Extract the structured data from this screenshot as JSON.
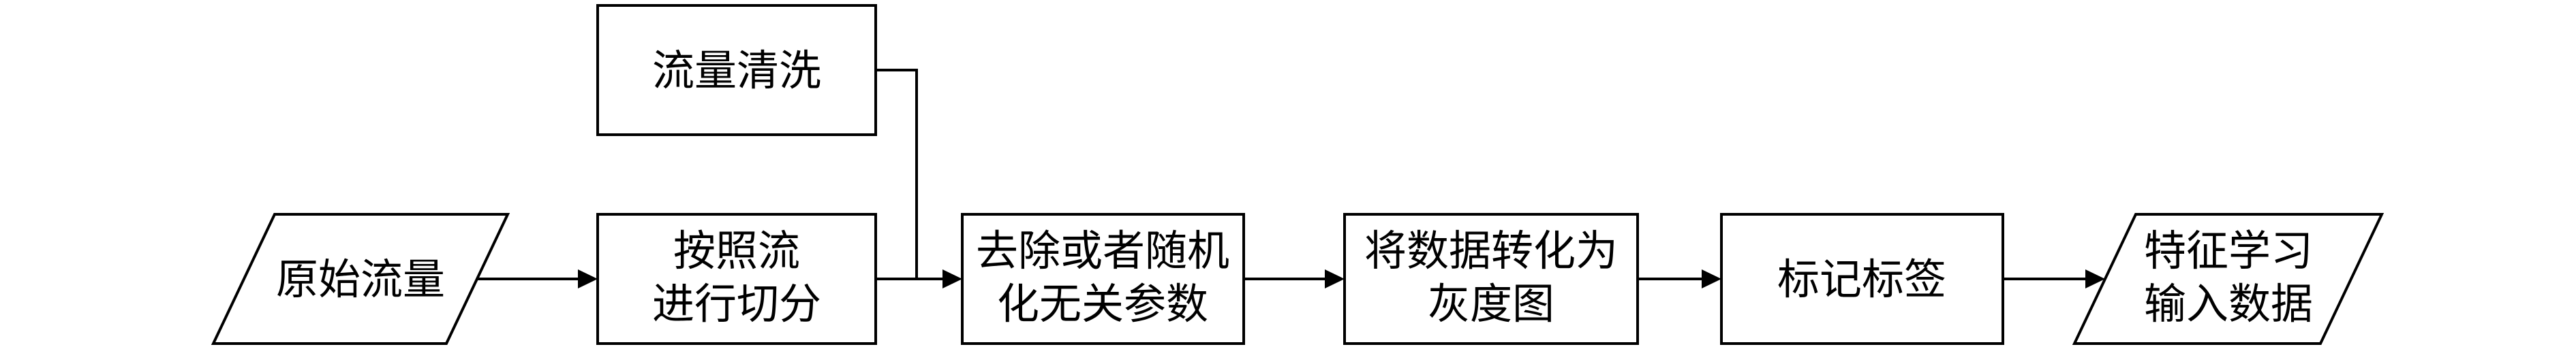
{
  "nodes": {
    "raw_traffic": {
      "lines": [
        "原始流量"
      ]
    },
    "split": {
      "lines": [
        "按照流",
        "进行切分"
      ]
    },
    "clean": {
      "lines": [
        "流量清洗"
      ]
    },
    "remove": {
      "lines": [
        "去除或者随机",
        "化无关参数"
      ]
    },
    "gray": {
      "lines": [
        "将数据转化为",
        "灰度图"
      ]
    },
    "label": {
      "lines": [
        "标记标签"
      ]
    },
    "output": {
      "lines": [
        "特征学习",
        "输入数据"
      ]
    }
  },
  "edges": [
    {
      "from": "raw_traffic",
      "to": "split"
    },
    {
      "from": "split",
      "to": "remove"
    },
    {
      "from": "clean",
      "to": "remove"
    },
    {
      "from": "remove",
      "to": "gray"
    },
    {
      "from": "gray",
      "to": "label"
    },
    {
      "from": "label",
      "to": "output"
    }
  ]
}
